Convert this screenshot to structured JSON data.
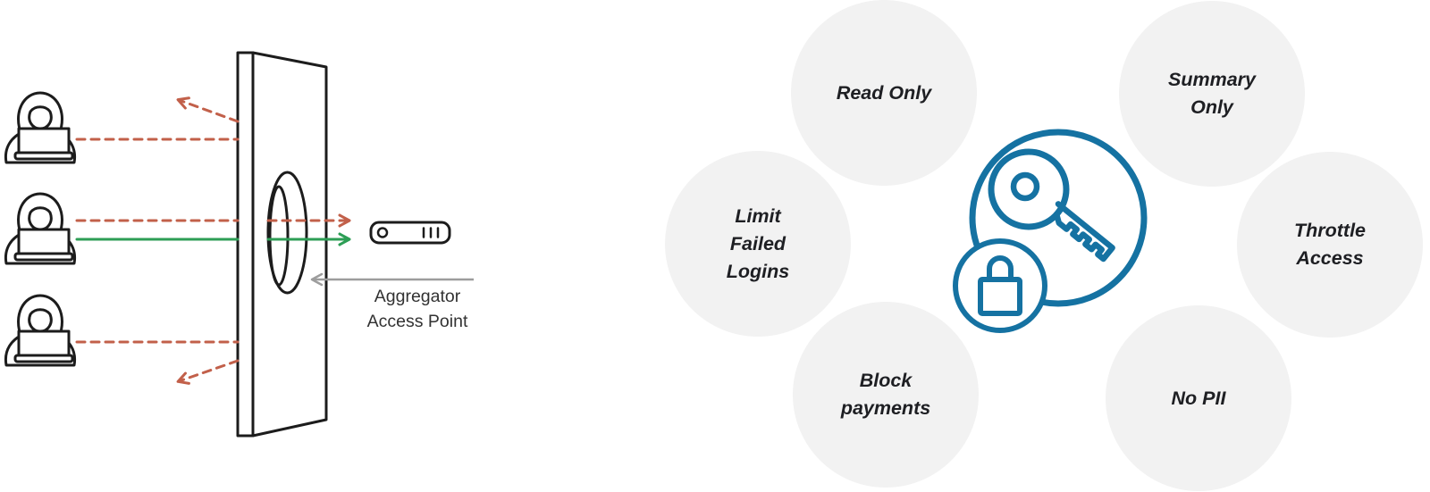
{
  "figure": {
    "left": {
      "access_point_label": "Aggregator\nAccess Point",
      "icons": {
        "attackers": "hooded-hacker-with-laptop",
        "barrier": "door-panel-with-port-hole",
        "device": "aggregator-server-device",
        "blocked_arrows": "dashed-deflected-arrows",
        "allowed_arrow": "solid-pass-through-arrow"
      },
      "colors": {
        "blocked_arrow": "#c2604a",
        "allowed_arrow": "#2d9e55",
        "pointer_arrow": "#9d9d9d",
        "outline": "#1c1c1c"
      }
    },
    "right": {
      "center_icon": "key-and-padlock-icon",
      "colors": {
        "accent_blue": "#1572a2",
        "bubble_fill": "#f2f2f2",
        "label_text": "#1e1f23"
      },
      "controls": [
        {
          "label": "Read Only"
        },
        {
          "label": "Summary\nOnly"
        },
        {
          "label": "Limit\nFailed\nLogins"
        },
        {
          "label": "Throttle\nAccess"
        },
        {
          "label": "Block\npayments"
        },
        {
          "label": "No PII"
        }
      ]
    }
  }
}
